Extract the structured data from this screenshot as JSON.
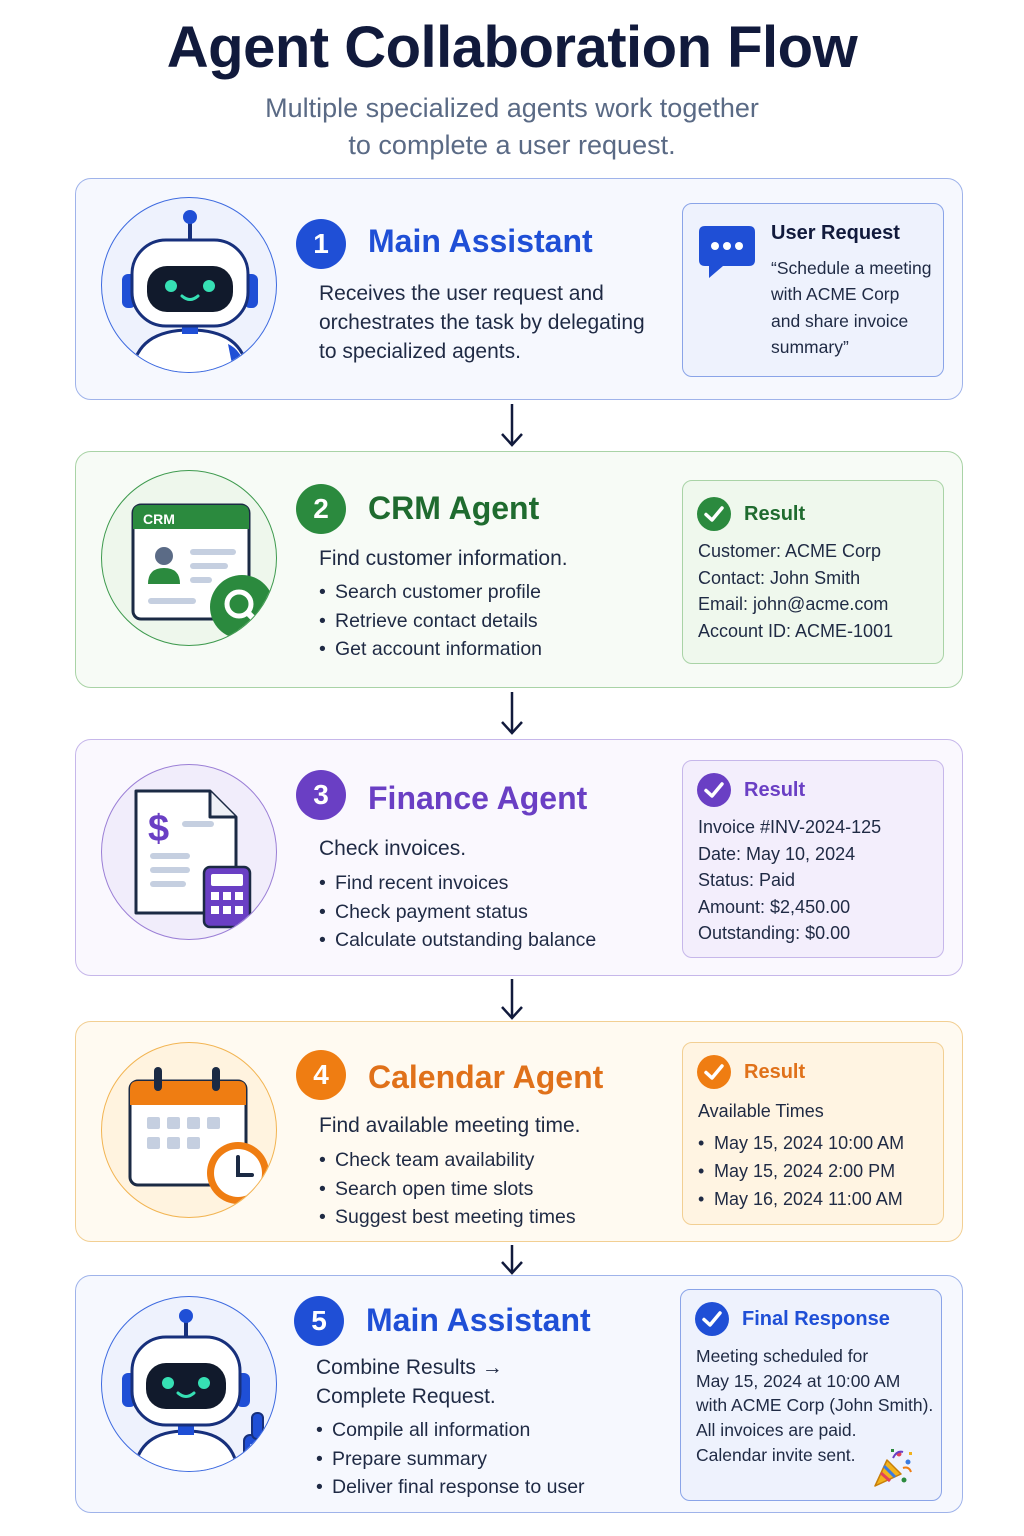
{
  "header": {
    "title": "Agent Collaboration Flow",
    "subtitle_line1": "Multiple specialized agents work together",
    "subtitle_line2": "to complete a user request."
  },
  "colors": {
    "blue": "#1f4fd6",
    "green": "#2b8a3e",
    "purple": "#6a3fc4",
    "orange": "#ef7d12"
  },
  "steps": [
    {
      "number": "1",
      "title": "Main Assistant",
      "icon": "robot-icon",
      "description_lines": [
        "Receives the user request and",
        "orchestrates the task by delegating",
        "to specialized agents."
      ],
      "panel": {
        "icon": "chat-bubble-icon",
        "title": "User Request",
        "lines": [
          "“Schedule a meeting",
          "with ACME Corp",
          "and share invoice",
          "summary”"
        ]
      }
    },
    {
      "number": "2",
      "title": "CRM Agent",
      "icon": "crm-profile-search-icon",
      "icon_label": "CRM",
      "description_lines": [
        "Find customer information."
      ],
      "bullets": [
        "Search customer profile",
        "Retrieve contact details",
        "Get account information"
      ],
      "panel": {
        "icon": "check-circle-icon",
        "title": "Result",
        "lines": [
          "Customer: ACME Corp",
          "Contact: John Smith",
          "Email: john@acme.com",
          "Account ID: ACME-1001"
        ]
      }
    },
    {
      "number": "3",
      "title": "Finance Agent",
      "icon": "invoice-calculator-icon",
      "description_lines": [
        "Check invoices."
      ],
      "bullets": [
        "Find recent invoices",
        "Check payment status",
        "Calculate outstanding balance"
      ],
      "panel": {
        "icon": "check-circle-icon",
        "title": "Result",
        "lines": [
          "Invoice #INV-2024-125",
          "Date: May 10, 2024",
          "Status: Paid",
          "Amount: $2,450.00",
          "Outstanding: $0.00"
        ]
      }
    },
    {
      "number": "4",
      "title": "Calendar Agent",
      "icon": "calendar-clock-icon",
      "description_lines": [
        "Find available meeting time."
      ],
      "bullets": [
        "Check team availability",
        "Search open time slots",
        "Suggest best meeting times"
      ],
      "panel": {
        "icon": "check-circle-icon",
        "title": "Result",
        "subtitle": "Available Times",
        "lines": [
          "May 15, 2024 10:00 AM",
          "May 15, 2024 2:00 PM",
          "May 16, 2024 11:00 AM"
        ]
      }
    },
    {
      "number": "5",
      "title": "Main Assistant",
      "icon": "robot-thumbs-up-icon",
      "description_lines": [
        "Combine Results →",
        "Complete Request."
      ],
      "bullets": [
        "Compile all information",
        "Prepare summary",
        "Deliver final response to user"
      ],
      "panel": {
        "icon": "check-circle-icon",
        "title": "Final Response",
        "lines": [
          "Meeting scheduled for",
          "May 15, 2024 at 10:00 AM",
          "with ACME Corp (John Smith).",
          "All invoices are paid.",
          "Calendar invite sent."
        ],
        "decoration": "party-popper-icon"
      }
    }
  ]
}
